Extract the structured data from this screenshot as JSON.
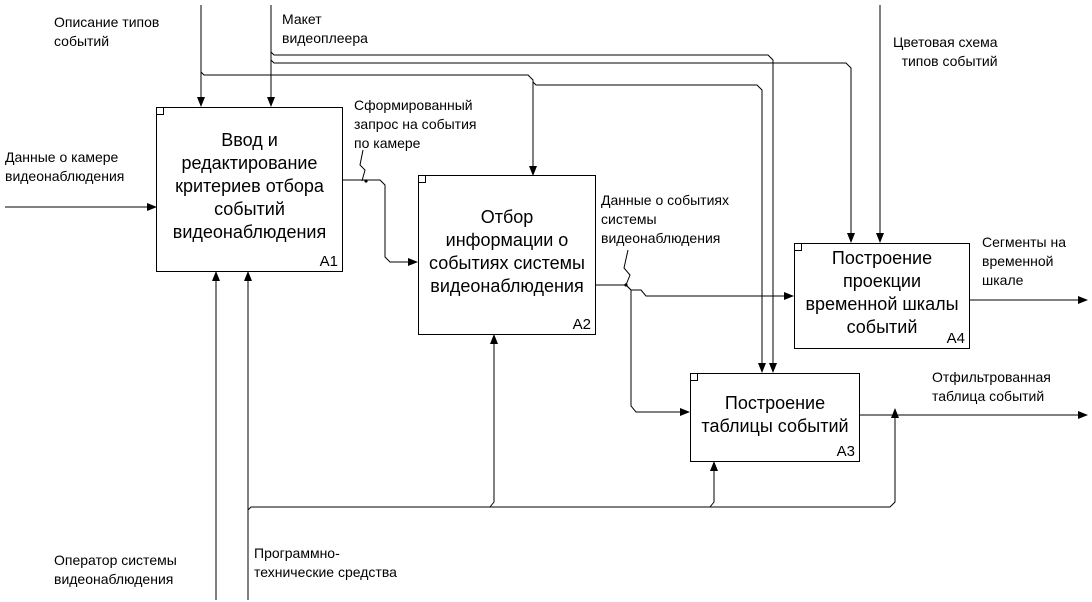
{
  "diagram": {
    "boxes": [
      {
        "id": "A1",
        "title": "Ввод и\nредактирование\nкритериев отбора\nсобытий\nвидеонаблюдения",
        "code": "A1"
      },
      {
        "id": "A2",
        "title": "Отбор\nинформации о\nсобытиях системы\nвидеонаблюдения",
        "code": "A2"
      },
      {
        "id": "A3",
        "title": "Построение\nтаблицы событий",
        "code": "A3"
      },
      {
        "id": "A4",
        "title": "Построение\nпроекции\nвременной шкалы\nсобытий",
        "code": "A4"
      }
    ],
    "labels": {
      "event_types_desc": "Описание типов\nсобытий",
      "player_layout": "Макет\nвидеоплеера",
      "color_scheme": "Цветовая схема\nтипов событий",
      "camera_data": "Данные о камере\nвидеонаблюдения",
      "formed_request": "Сформированный\nзапрос на события\nпо камере",
      "events_data": "Данные о событиях\nсистемы\nвидеонаблюдения",
      "timeline_segments": "Сегменты на\nвременной\nшкале",
      "filtered_table": "Отфильтрованная\nтаблица событий",
      "operator": "Оператор системы\nвидеонаблюдения",
      "hardware_software": "Программно-\nтехнические средства"
    }
  }
}
